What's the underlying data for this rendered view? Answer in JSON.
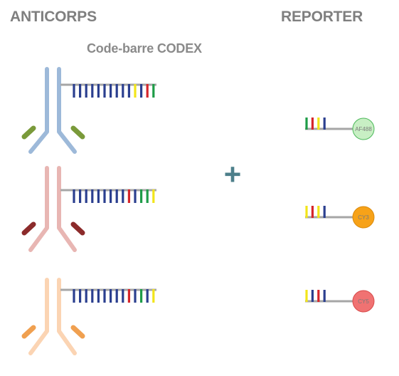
{
  "headings": {
    "antibody": "ANTICORPS",
    "reporter": "REPORTER",
    "barcode": "Code-barre CODEX"
  },
  "plus_symbol": "+",
  "colors": {
    "navy": "#2b3f8f",
    "yellow": "#f2e51a",
    "red": "#d6262b",
    "green": "#1e9c48",
    "linker": "#a6a6a6",
    "plus": "#4d7f8a"
  },
  "antibodies": [
    {
      "name": "antibody-blue",
      "body_color": "#9db9d9",
      "tip_color": "#7a9a3a",
      "barcode": [
        "navy",
        "navy",
        "navy",
        "navy",
        "navy",
        "navy",
        "navy",
        "navy",
        "navy",
        "navy",
        "yellow",
        "navy",
        "red",
        "green"
      ]
    },
    {
      "name": "antibody-pink",
      "body_color": "#e8b6b3",
      "tip_color": "#8c2b2b",
      "barcode": [
        "navy",
        "navy",
        "navy",
        "navy",
        "navy",
        "navy",
        "navy",
        "navy",
        "navy",
        "red",
        "navy",
        "green",
        "green",
        "yellow"
      ]
    },
    {
      "name": "antibody-peach",
      "body_color": "#fbd4b3",
      "tip_color": "#f0a050",
      "barcode": [
        "navy",
        "navy",
        "navy",
        "navy",
        "navy",
        "navy",
        "navy",
        "navy",
        "navy",
        "red",
        "navy",
        "green",
        "navy",
        "yellow"
      ]
    }
  ],
  "reporters": [
    {
      "dye_label": "AF488",
      "dye_fill": "#c8efc4",
      "dye_stroke": "#4cb85a",
      "strands": [
        "green",
        "red",
        "yellow",
        "navy"
      ]
    },
    {
      "dye_label": "CY3",
      "dye_fill": "#f7a218",
      "dye_stroke": "#d98a0c",
      "strands": [
        "yellow",
        "red",
        "yellow",
        "navy"
      ]
    },
    {
      "dye_label": "CY5",
      "dye_fill": "#f07272",
      "dye_stroke": "#d84a4a",
      "strands": [
        "yellow",
        "navy",
        "red",
        "navy"
      ]
    }
  ]
}
